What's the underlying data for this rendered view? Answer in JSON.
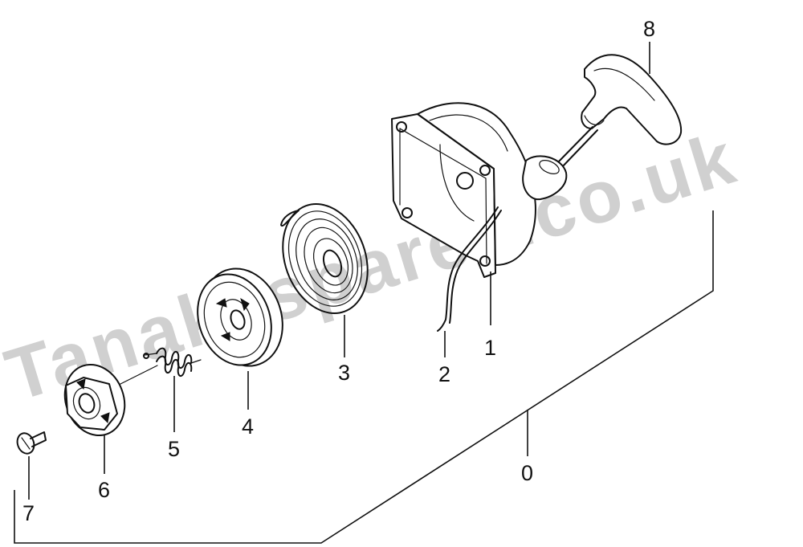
{
  "watermark": "Tanakaspares.co.uk",
  "callouts": {
    "assembly": "0",
    "starter_case": "1",
    "rope": "2",
    "recoil_spring": "3",
    "pulley": "4",
    "spring": "5",
    "ratchet": "6",
    "screw": "7",
    "handle": "8"
  }
}
